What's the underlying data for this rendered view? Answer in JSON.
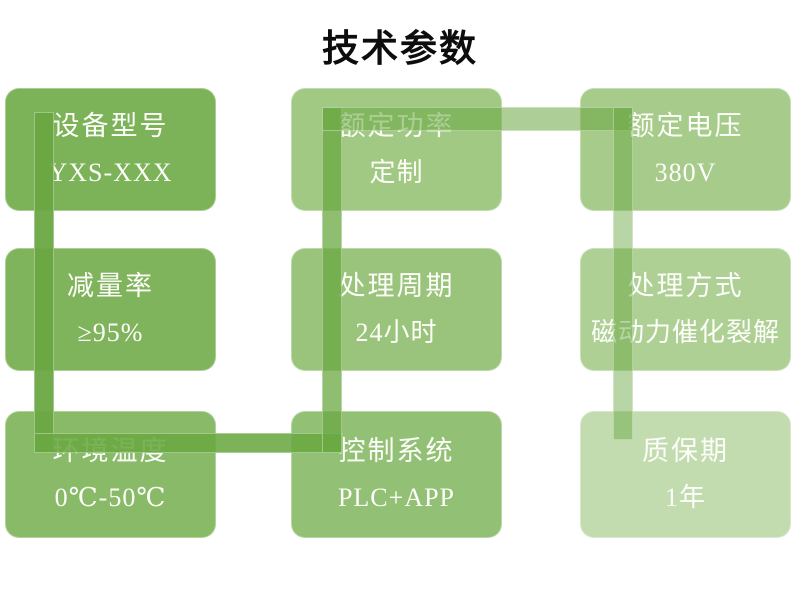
{
  "page": {
    "title": "技术参数",
    "background_color": "#ffffff",
    "title_color": "#0d0d0d"
  },
  "diagram": {
    "accent_color": "#6aa842",
    "card_text_color": "#fdfdfa",
    "cards": [
      {
        "id": "device-model",
        "title": "设备型号",
        "value": "YXS-XXX",
        "bg": "#7cb258"
      },
      {
        "id": "rated-power",
        "title": "额定功率",
        "value": "定制",
        "bg": "#a2c984"
      },
      {
        "id": "rated-voltage",
        "title": "额定电压",
        "value": "380V",
        "bg": "#a6cb8a"
      },
      {
        "id": "reduction-rate",
        "title": "减量率",
        "value": "≥95%",
        "bg": "#7fb45c"
      },
      {
        "id": "processing-cycle",
        "title": "处理周期",
        "value": "24小时",
        "bg": "#9ac47b"
      },
      {
        "id": "processing-method",
        "title": "处理方式",
        "value": "磁动力催化裂解",
        "bg": "#aed094"
      },
      {
        "id": "ambient-temperature",
        "title": "环境温度",
        "value": "0℃-50℃",
        "bg": "#89ba67"
      },
      {
        "id": "control-system",
        "title": "控制系统",
        "value": "PLC+APP",
        "bg": "#92c074"
      },
      {
        "id": "warranty",
        "title": "质保期",
        "value": "1年",
        "bg": "#c2dcb0"
      }
    ],
    "connectors": [
      {
        "id": "left-vertical",
        "color": "rgba(106,168,66,0.95)"
      },
      {
        "id": "bottom-horizontal",
        "color": "rgba(106,168,66,0.88)"
      },
      {
        "id": "middle-vertical",
        "color": "rgba(106,168,66,0.75)"
      },
      {
        "id": "top-horizontal",
        "color": "rgba(106,168,66,0.55)"
      },
      {
        "id": "right-vertical",
        "color": "rgba(106,168,66,0.48)"
      }
    ]
  }
}
